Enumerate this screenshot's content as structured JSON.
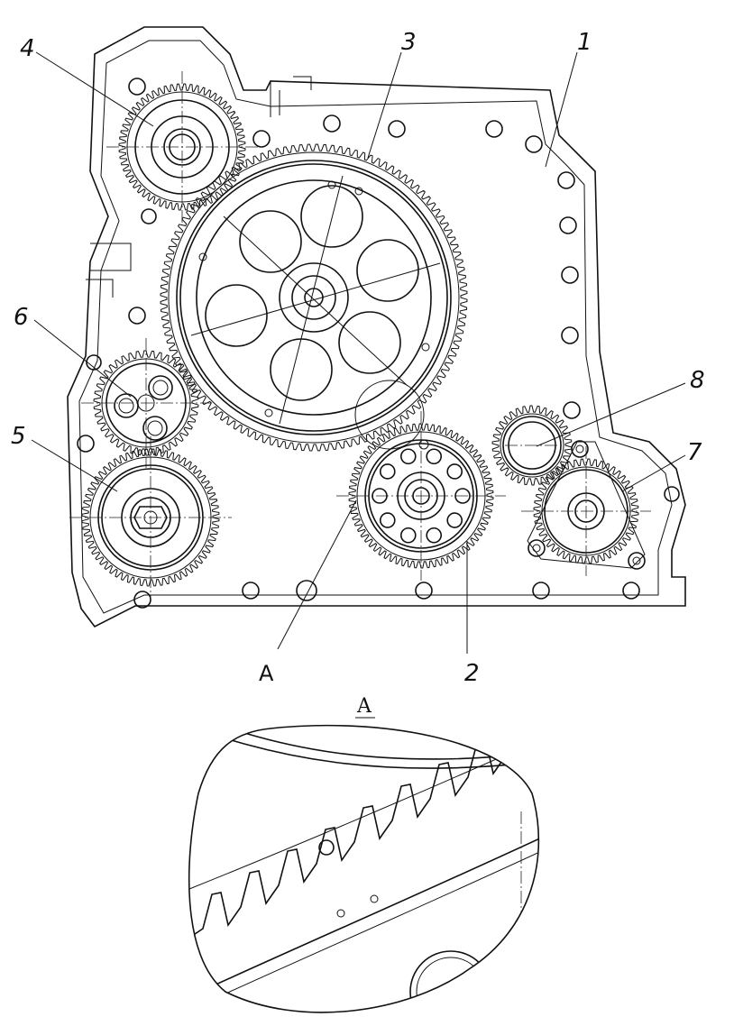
{
  "callouts": [
    {
      "id": "1",
      "text": "1"
    },
    {
      "id": "2",
      "text": "2"
    },
    {
      "id": "3",
      "text": "3"
    },
    {
      "id": "4",
      "text": "4"
    },
    {
      "id": "5",
      "text": "5"
    },
    {
      "id": "6",
      "text": "6"
    },
    {
      "id": "7",
      "text": "7"
    },
    {
      "id": "8",
      "text": "8"
    }
  ],
  "detail_marker": "A",
  "detail_view_title": "A"
}
